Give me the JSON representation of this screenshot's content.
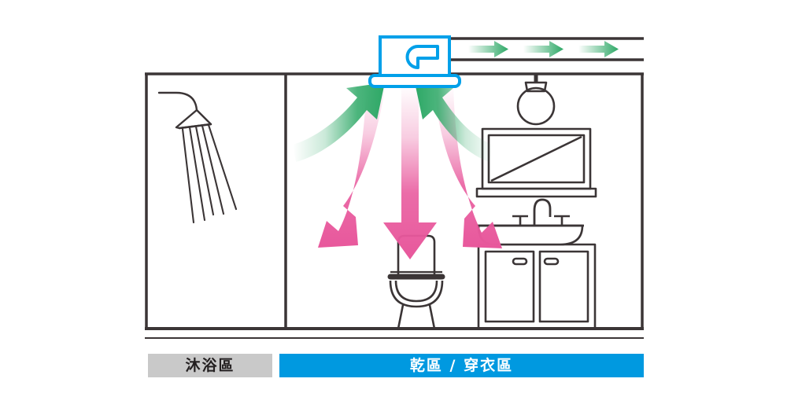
{
  "diagram": {
    "title": "bathroom-ventilation-airflow-diagram",
    "colors": {
      "outline": "#3b3536",
      "fan_blue": "#00a0e9",
      "airflow_in_green": "#2da866",
      "airflow_out_pink": "#e8589c",
      "legend_gray_bg": "#c9c9c9",
      "legend_blue_bg": "#0099e0",
      "legend_gray_text": "#231f20",
      "legend_blue_text": "#ffffff",
      "background": "#ffffff"
    },
    "objects": {
      "ceiling": "ceiling-line",
      "floor": "floor-line",
      "partition_wall": "partition-wall",
      "shower_head": "shower-head",
      "toilet": "toilet",
      "vanity_cabinet": "vanity-cabinet",
      "sink_basin": "sink-basin",
      "faucet": "faucet",
      "mirror": "mirror",
      "pendant_light": "pendant-light",
      "exhaust_fan": "exhaust-fan-unit",
      "fan_grille": "fan-grille",
      "duct": "exhaust-duct"
    },
    "airflow": {
      "intake_arrow_count": 2,
      "supply_arrow_count": 3,
      "duct_arrow_count": 3,
      "intake_direction": "up-into-fan",
      "supply_direction": "down-from-fan",
      "duct_direction": "right-to-exhaust"
    }
  },
  "legend": {
    "shower_zone": "沐浴區",
    "dry_zone": "乾區 / 穿衣區"
  }
}
